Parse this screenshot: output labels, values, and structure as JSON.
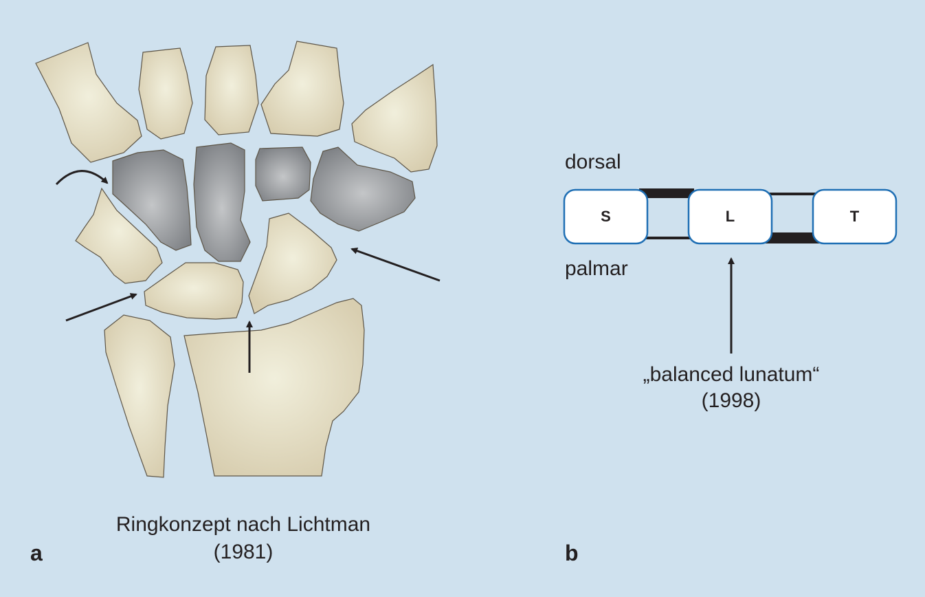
{
  "panel_a": {
    "panel_label": "a",
    "caption_line1": "Ringkonzept nach Lichtman",
    "caption_line2": "(1981)"
  },
  "panel_b": {
    "panel_label": "b",
    "dorsal_label": "dorsal",
    "palmar_label": "palmar",
    "bones": [
      "S",
      "L",
      "T"
    ],
    "annotation_line1": "„balanced lunatum“",
    "annotation_line2": "(1998)"
  },
  "colors": {
    "background": "#cfe1ee",
    "bone_light": "#e3dcc0",
    "bone_dark": "#8f9295",
    "outline": "#231f20",
    "box_fill": "#ffffff",
    "box_stroke": "#1f6fb4"
  }
}
